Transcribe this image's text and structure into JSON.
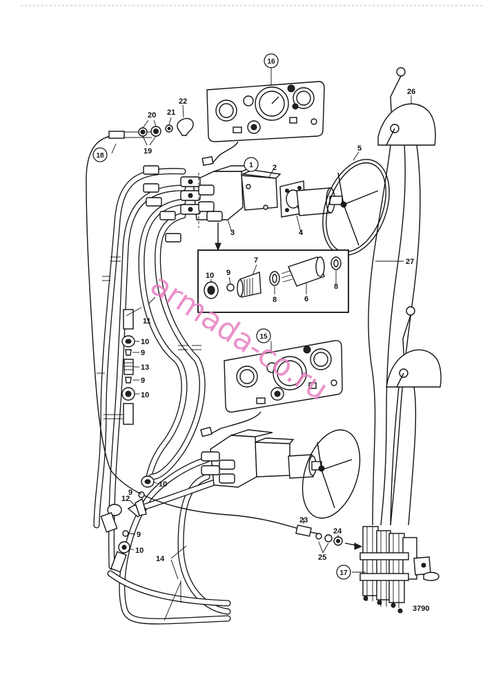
{
  "diagram": {
    "drawing_number": "3790",
    "watermark": "armada-co.ru",
    "callouts": [
      {
        "id": "c16",
        "text": "16",
        "circled": true
      },
      {
        "id": "c1",
        "text": "1",
        "circled": true
      },
      {
        "id": "c18",
        "text": "18",
        "circled": true
      },
      {
        "id": "c15",
        "text": "15",
        "circled": true
      },
      {
        "id": "c17",
        "text": "17",
        "circled": true
      },
      {
        "id": "c2",
        "text": "2"
      },
      {
        "id": "c3",
        "text": "3"
      },
      {
        "id": "c4",
        "text": "4"
      },
      {
        "id": "c5",
        "text": "5"
      },
      {
        "id": "c6",
        "text": "6"
      },
      {
        "id": "c7",
        "text": "7"
      },
      {
        "id": "c8a",
        "text": "8"
      },
      {
        "id": "c8b",
        "text": "8"
      },
      {
        "id": "c9a",
        "text": "9"
      },
      {
        "id": "c10a",
        "text": "10"
      },
      {
        "id": "c11",
        "text": "11"
      },
      {
        "id": "c10b",
        "text": "10"
      },
      {
        "id": "c9b",
        "text": "9"
      },
      {
        "id": "c13",
        "text": "13"
      },
      {
        "id": "c9c",
        "text": "9"
      },
      {
        "id": "c10c",
        "text": "10"
      },
      {
        "id": "c10d",
        "text": "10"
      },
      {
        "id": "c9d",
        "text": "9"
      },
      {
        "id": "c12",
        "text": "12"
      },
      {
        "id": "c9e",
        "text": "9"
      },
      {
        "id": "c10e",
        "text": "10"
      },
      {
        "id": "c14",
        "text": "14"
      },
      {
        "id": "c19",
        "text": "19"
      },
      {
        "id": "c20",
        "text": "20"
      },
      {
        "id": "c21",
        "text": "21"
      },
      {
        "id": "c22",
        "text": "22"
      },
      {
        "id": "c23",
        "text": "23"
      },
      {
        "id": "c24",
        "text": "24"
      },
      {
        "id": "c25",
        "text": "25"
      },
      {
        "id": "c26",
        "text": "26"
      },
      {
        "id": "c27",
        "text": "27"
      }
    ]
  }
}
